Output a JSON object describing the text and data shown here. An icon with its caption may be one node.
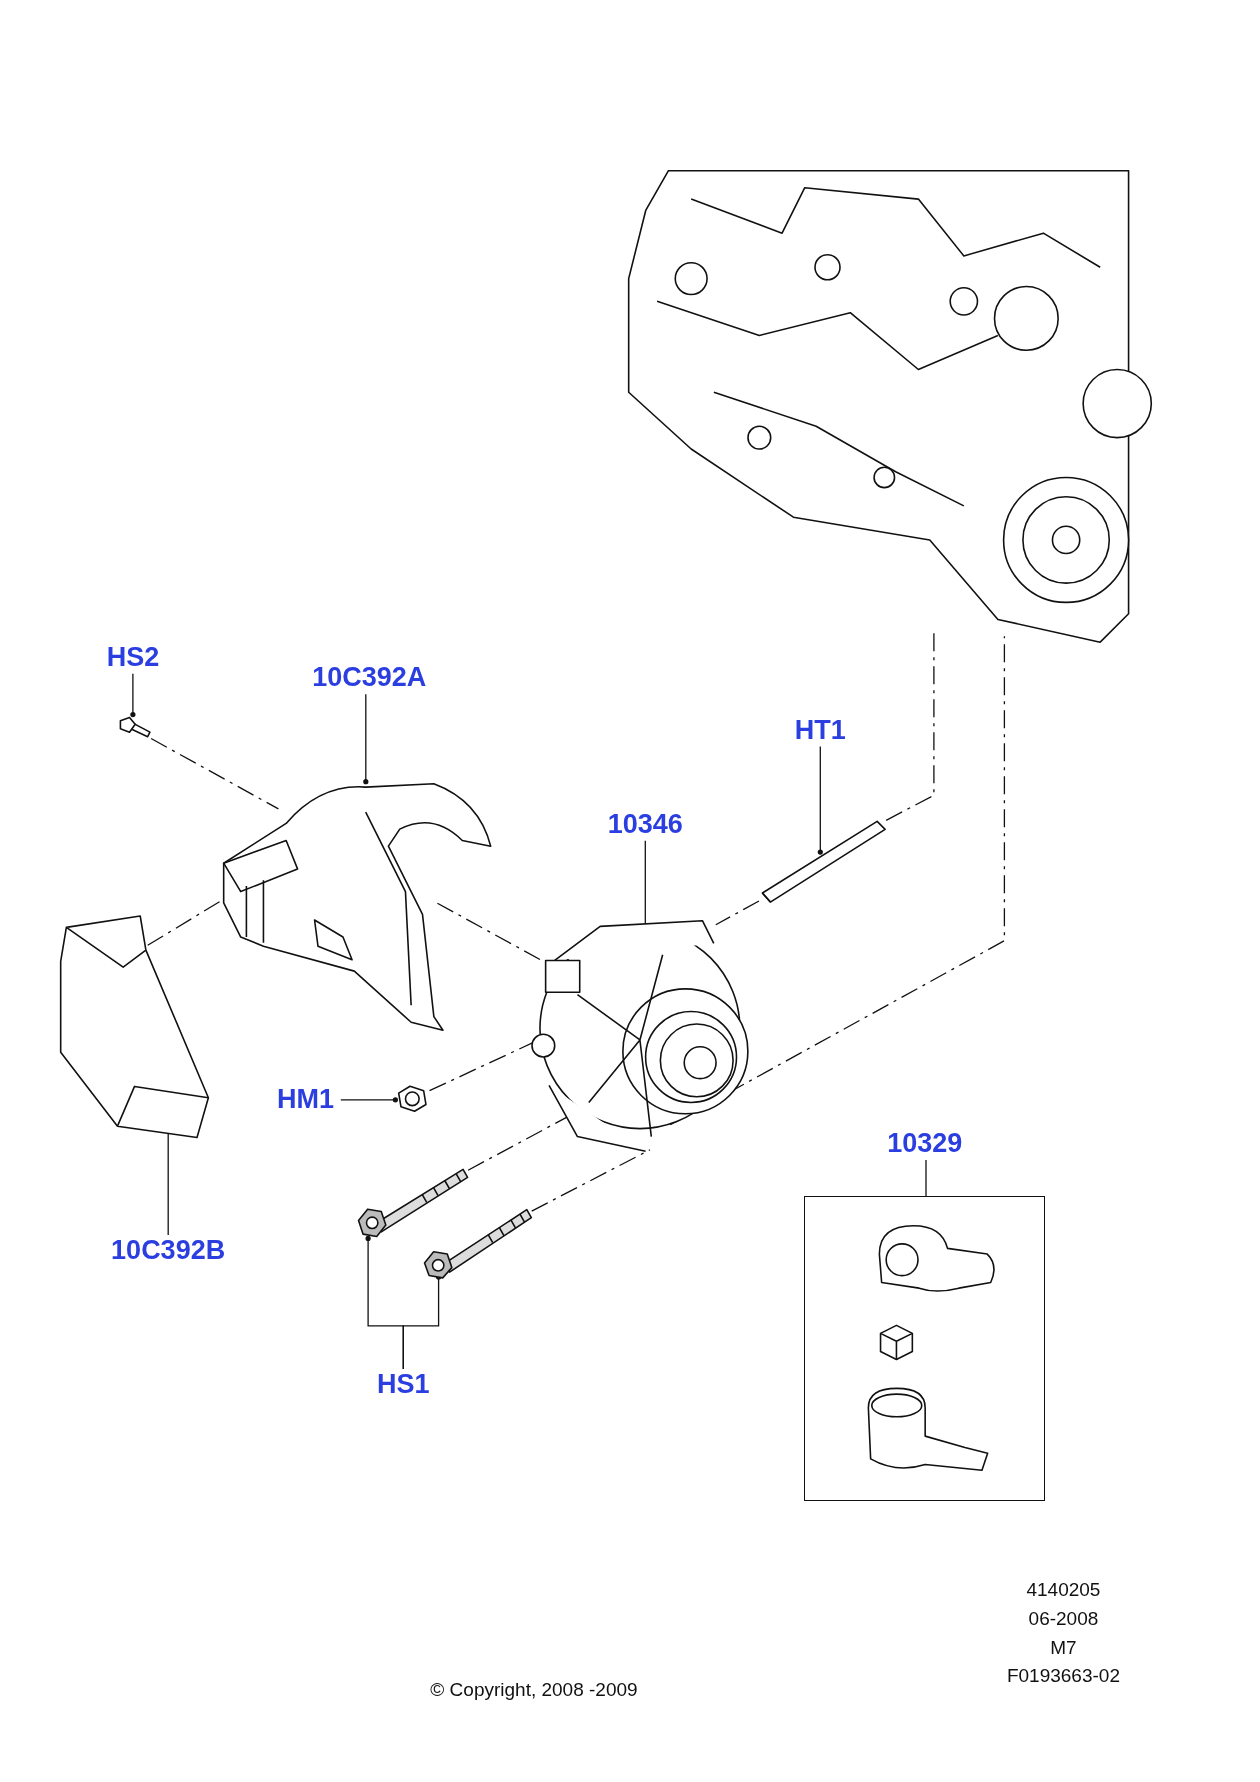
{
  "diagram": {
    "nodes": [
      {
        "text": [
          "HS2"
        ]
      },
      {
        "text": [],
        "shape": "picture"
      },
      {
        "text": [
          "10C392A"
        ]
      },
      {
        "text": [],
        "shape": "picture"
      },
      {
        "text": [
          "HT1"
        ]
      },
      {
        "text": [],
        "shape": "picture"
      },
      {
        "text": [
          "10346"
        ]
      },
      {
        "text": [],
        "shape": "picture"
      },
      {
        "text": [
          "HM1"
        ]
      },
      {
        "text": [],
        "shape": "picture"
      },
      {
        "text": [
          "10C392B"
        ]
      },
      {
        "text": [],
        "shape": "picture"
      },
      {
        "text": [
          "10329"
        ]
      },
      {
        "text": [],
        "shape": "box"
      },
      {
        "text": [
          "HS1"
        ]
      },
      {
        "text": [],
        "shape": "picture"
      },
      {
        "text": [],
        "shape": "picture"
      },
      {
        "text": [],
        "shape": "picture"
      }
    ],
    "edges": [
      {
        "from": 0,
        "to": 1,
        "arrow": "other"
      },
      {
        "from": 2,
        "to": 3,
        "arrow": "other"
      },
      {
        "from": 4,
        "to": 5,
        "arrow": "other"
      },
      {
        "from": 6,
        "to": 7,
        "arrow": "other"
      },
      {
        "from": 8,
        "to": 9,
        "arrow": "other"
      },
      {
        "from": 10,
        "to": 11,
        "arrow": "other"
      },
      {
        "from": 12,
        "to": 13,
        "arrow": "none"
      },
      {
        "from": 14,
        "to": 15,
        "arrow": "other"
      },
      {
        "from": 14,
        "to": 16,
        "arrow": "other"
      },
      {
        "from": 1,
        "to": 3,
        "arrow": "none",
        "style": "dashed"
      },
      {
        "from": 11,
        "to": 3,
        "arrow": "none",
        "style": "dashed"
      },
      {
        "from": 3,
        "to": 7,
        "arrow": "none",
        "style": "dashed"
      },
      {
        "from": 9,
        "to": 7,
        "arrow": "none",
        "style": "dashed"
      },
      {
        "from": 5,
        "to": 7,
        "arrow": "none",
        "style": "dashed"
      },
      {
        "from": 5,
        "to": 17,
        "arrow": "none",
        "style": "dashed"
      },
      {
        "from": 7,
        "to": 17,
        "arrow": "none",
        "style": "dashed"
      },
      {
        "from": 15,
        "to": 7,
        "arrow": "none",
        "style": "dashed"
      },
      {
        "from": 16,
        "to": 7,
        "arrow": "none",
        "style": "dashed"
      }
    ],
    "labels": [
      "4140205",
      "06-2008",
      "M7",
      "F0193663-02",
      "© Copyright, 2008 -2009"
    ]
  }
}
